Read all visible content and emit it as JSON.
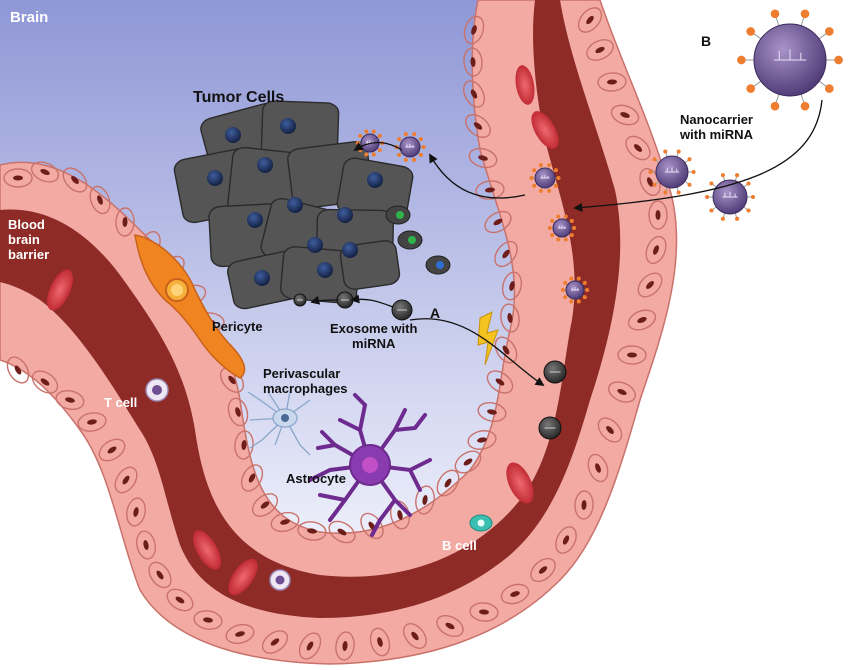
{
  "labels": {
    "brain": "Brain",
    "tumor_cells": "Tumor Cells",
    "blood_brain_barrier": [
      "Blood",
      "brain",
      "barrier"
    ],
    "pericyte": "Pericyte",
    "exosome": [
      "Exosome with",
      "miRNA"
    ],
    "marker_a": "A",
    "marker_b": "B",
    "nanocarrier": [
      "Nanocarrier",
      "with miRNA"
    ],
    "perivascular_macrophages": [
      "Perivascular",
      "macrophages"
    ],
    "t_cell": "T cell",
    "astrocyte": "Astrocyte",
    "b_cell": "B cell"
  },
  "colors": {
    "brain_top": "#8f97d6",
    "brain_bottom": "#eef0fb",
    "vessel_wall": "#f2aaa3",
    "vessel_wall_edge": "#c9726b",
    "blood": "#8e2b26",
    "red_cell": "#d8323a",
    "tumor": "#555555",
    "tumor_nucleus": "#1e3566",
    "nanocarrier": "#6e5797",
    "nanocarrier_spike": "#ef7d2f",
    "pericyte": "#ef8420",
    "astrocyte": "#6e2b8f",
    "b_cell": "#3bbfb0",
    "lightning": "#f5c320"
  },
  "icons": [
    "tumor-cells",
    "nanocarrier-particle",
    "exosome",
    "pericyte-cell",
    "astrocyte-cell",
    "macrophage-cell",
    "t-cell",
    "b-cell",
    "red-blood-cell",
    "lightning-bolt",
    "arrow"
  ]
}
